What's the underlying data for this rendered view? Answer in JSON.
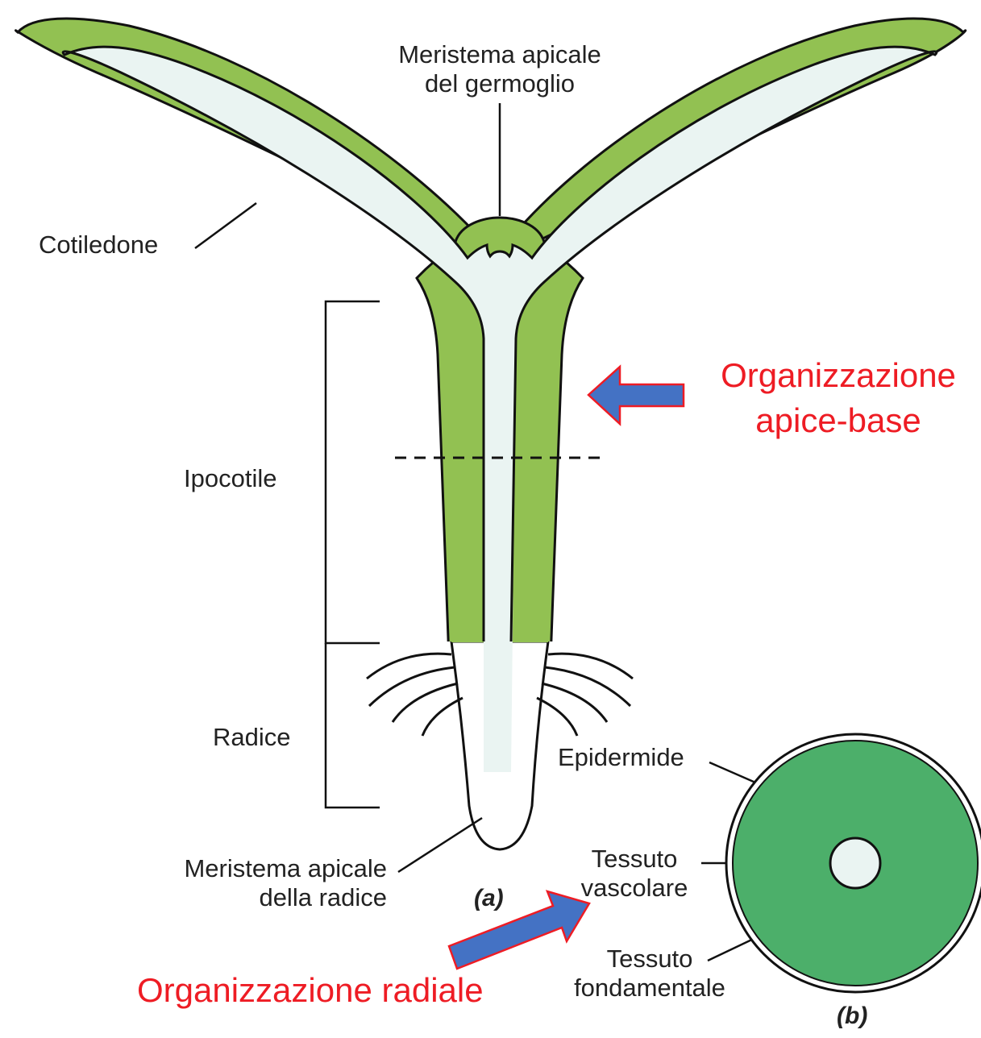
{
  "colors": {
    "tissue_green": "#92c152",
    "vascular_pale": "#eaf4f2",
    "cross_section_green": "#4caf6a",
    "arrow_blue": "#4472c4",
    "arrow_outline": "#ee1c24",
    "heading_red": "#ee1c24"
  },
  "labels": {
    "shoot_meristem": [
      "Meristema apicale",
      "del germoglio"
    ],
    "cotyledon": "Cotiledone",
    "hypocotyl": "Ipocotile",
    "root": "Radice",
    "root_meristem": [
      "Meristema apicale",
      "della radice"
    ],
    "panel_a": "(a)",
    "epidermis": "Epidermide",
    "vascular_tissue": [
      "Tessuto",
      "vascolare"
    ],
    "ground_tissue": [
      "Tessuto",
      "fondamentale"
    ],
    "panel_b": "(b)"
  },
  "annotations": {
    "apical_basal": [
      "Organizzazione",
      "apice-base"
    ],
    "radial": "Organizzazione radiale"
  },
  "icons": {
    "apical_basal_arrow": "left-arrow-icon",
    "radial_arrow": "up-right-arrow-icon"
  }
}
